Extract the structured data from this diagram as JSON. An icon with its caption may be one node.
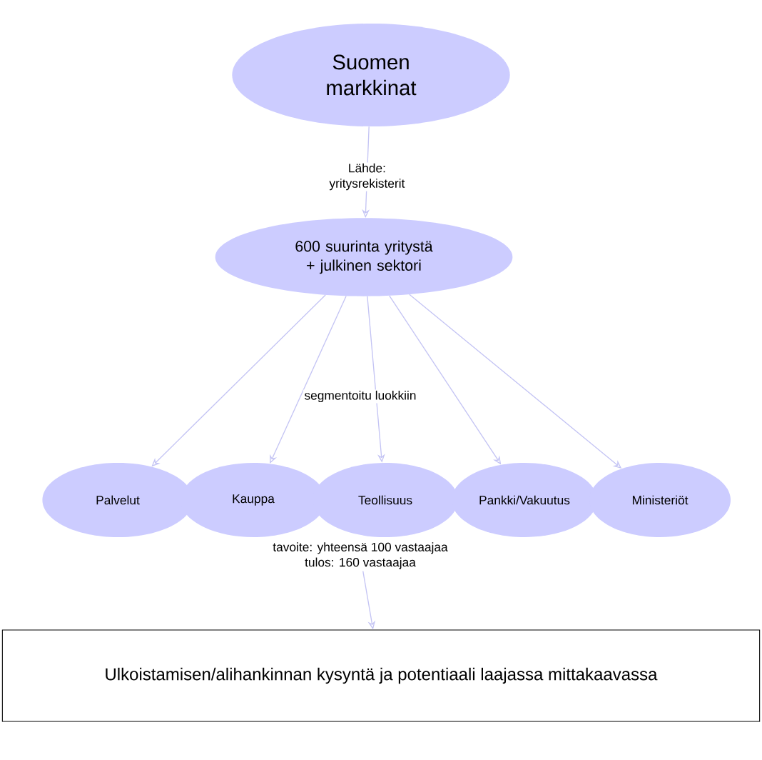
{
  "diagram": {
    "nodes": [
      {
        "text": [
          "Suomen markkinat"
        ]
      },
      {
        "text": [
          "600 suurinta yritystä + julkinen sektori"
        ]
      },
      {
        "text": [
          "Palvelut"
        ]
      },
      {
        "text": [
          "Kauppa"
        ]
      },
      {
        "text": [
          "Teollisuus"
        ]
      },
      {
        "text": [
          "Pankki/Vakuutus"
        ]
      },
      {
        "text": [
          "Ministeriöt"
        ]
      },
      {
        "text": [
          "tavoite: yhteensä 100 vastaajaa",
          "tulos: 160 vastaajaa"
        ]
      },
      {
        "text": [
          "Ulkoistamisen/alihankinnan kysyntä ja potentiaali laajassa mittakaavassa"
        ]
      }
    ],
    "edges": [
      {
        "from": 0,
        "to": 1,
        "arrow": "to",
        "label": "Lähde: yritysrekisterit"
      },
      {
        "from": 1,
        "to": 2,
        "arrow": "to"
      },
      {
        "from": 1,
        "to": 3,
        "arrow": "to"
      },
      {
        "from": 1,
        "to": 4,
        "arrow": "to"
      },
      {
        "from": 1,
        "to": 5,
        "arrow": "to"
      },
      {
        "from": 1,
        "to": 6,
        "arrow": "to"
      },
      {
        "from": 7,
        "to": 8,
        "arrow": "to"
      }
    ],
    "labels": [
      "segmentoitu luokkiin"
    ]
  }
}
